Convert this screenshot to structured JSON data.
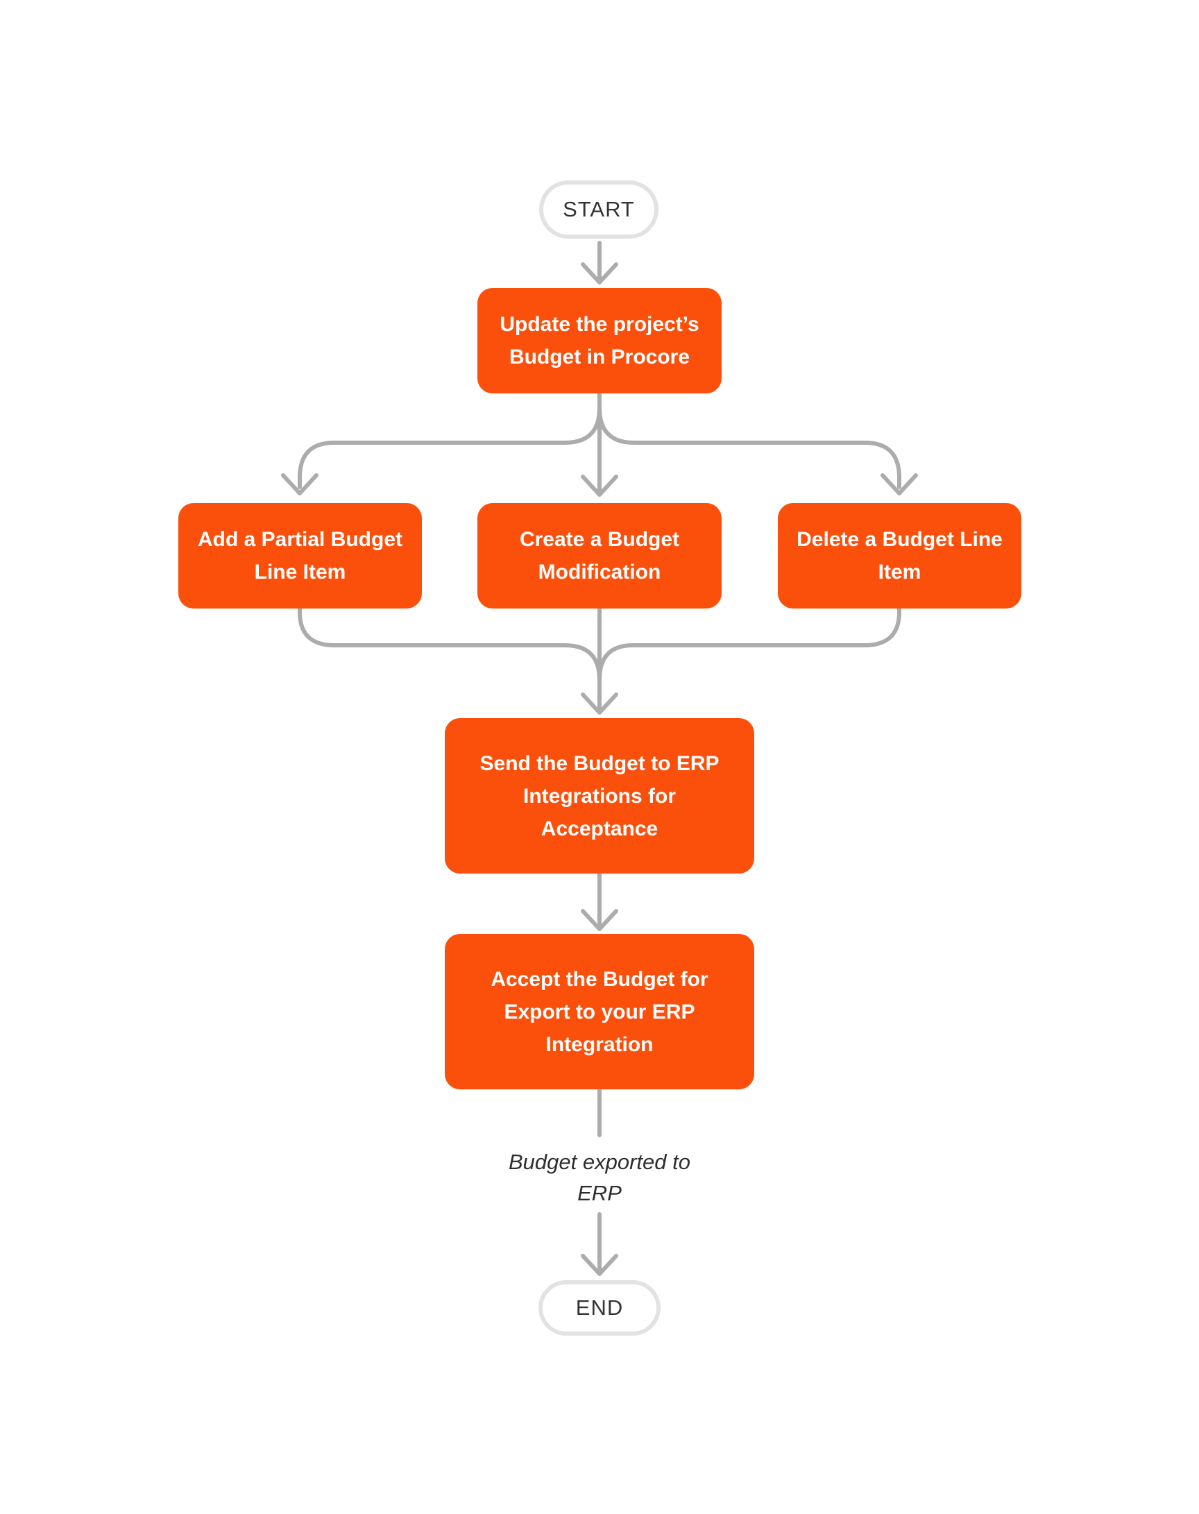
{
  "diagram": {
    "kind": "flowchart",
    "direction": "top-down",
    "colors": {
      "process_fill": "#FA500C",
      "process_text": "#FFFFFF",
      "connector": "#ACACAC",
      "terminal_border": "#E2E2E2",
      "terminal_text": "#333333",
      "edge_label_text": "#2E2E2E",
      "background": "#FFFFFF"
    },
    "nodes": {
      "start": {
        "kind": "terminal",
        "label": "START"
      },
      "update_budget": {
        "kind": "process",
        "label": "Update the project’s\nBudget in Procore"
      },
      "add_partial_line_item": {
        "kind": "process",
        "label": "Add a Partial Budget\nLine Item"
      },
      "create_budget_modification": {
        "kind": "process",
        "label": "Create a Budget\nModification"
      },
      "delete_line_item": {
        "kind": "process",
        "label": "Delete a Budget Line\nItem"
      },
      "send_to_erp": {
        "kind": "process",
        "label": "Send the Budget to ERP\nIntegrations for\nAcceptance"
      },
      "accept_budget": {
        "kind": "process",
        "label": "Accept the Budget for\nExport to your ERP\nIntegration"
      },
      "end": {
        "kind": "terminal",
        "label": "END"
      }
    },
    "edge_label": "Budget exported to\nERP",
    "edges": [
      {
        "from": "start",
        "to": "update_budget"
      },
      {
        "from": "update_budget",
        "to": "add_partial_line_item"
      },
      {
        "from": "update_budget",
        "to": "create_budget_modification"
      },
      {
        "from": "update_budget",
        "to": "delete_line_item"
      },
      {
        "from": "add_partial_line_item",
        "to": "send_to_erp"
      },
      {
        "from": "create_budget_modification",
        "to": "send_to_erp"
      },
      {
        "from": "delete_line_item",
        "to": "send_to_erp"
      },
      {
        "from": "send_to_erp",
        "to": "accept_budget"
      },
      {
        "from": "accept_budget",
        "to": "end",
        "label": "Budget exported to\nERP"
      }
    ]
  }
}
